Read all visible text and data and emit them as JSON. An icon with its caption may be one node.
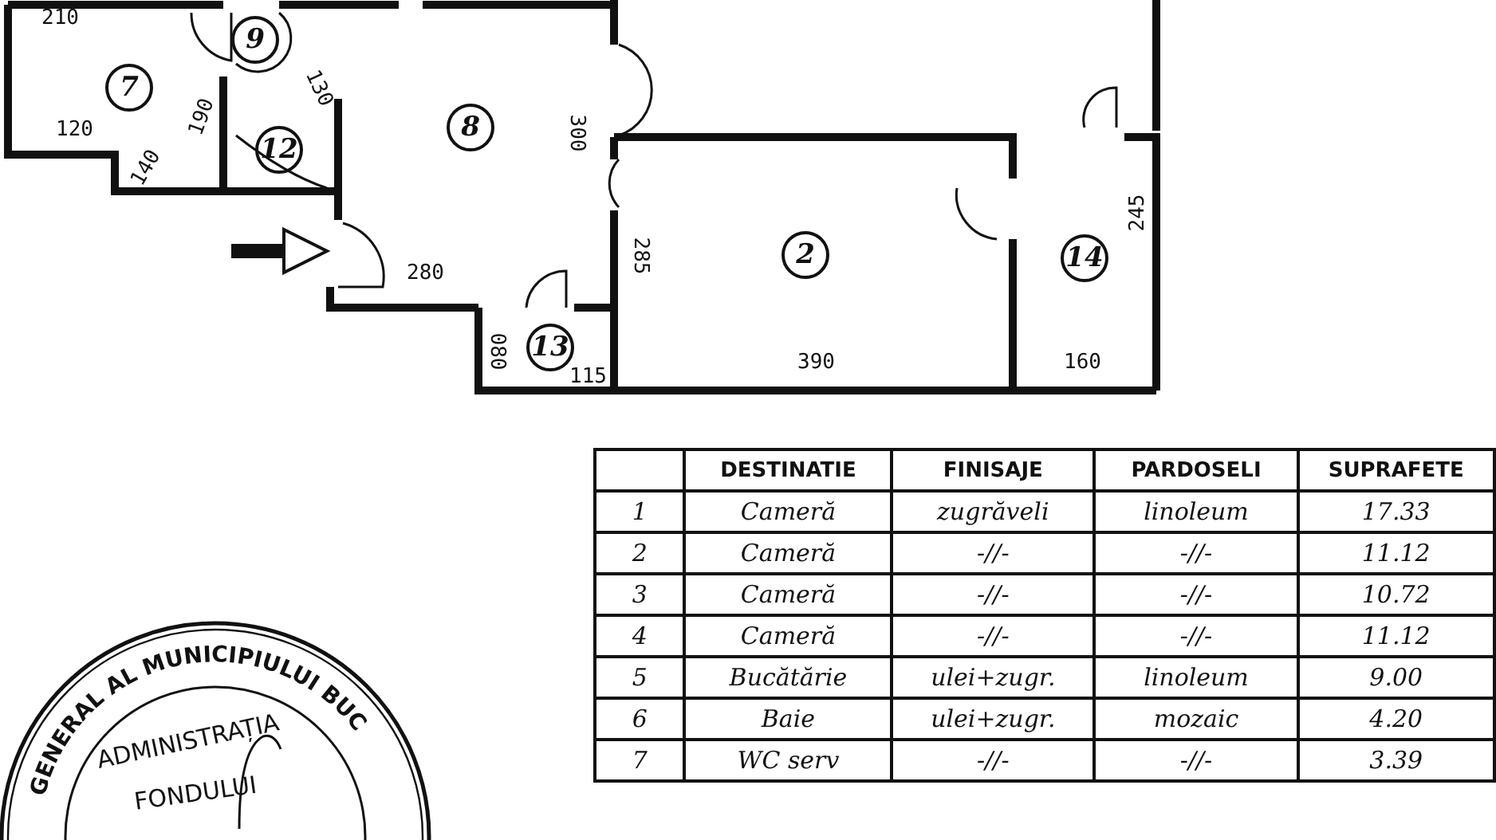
{
  "diagram": {
    "nodes": [
      {
        "text": [
          "7"
        ]
      },
      {
        "text": [
          "9"
        ]
      },
      {
        "text": [
          "12"
        ]
      },
      {
        "text": [
          "8"
        ]
      },
      {
        "text": [
          "2"
        ]
      },
      {
        "text": [
          "14"
        ]
      },
      {
        "text": [
          "13"
        ]
      }
    ],
    "labels": [
      "210",
      "130",
      "190",
      "120",
      "300",
      "140",
      "245",
      "285",
      "280",
      "080",
      "390",
      "160",
      "115",
      "DESTINATIE",
      "FINISAJE",
      "PARDOSELI",
      "SUPRAFETE",
      "1",
      "Cameră",
      "zugrăveli",
      "linoleum",
      "17.33",
      "2",
      "Cameră",
      "-//-",
      "-//-",
      "11.12",
      "3",
      "Cameră",
      "-//-",
      "-//-",
      "10.72",
      "4",
      "Cameră",
      "-//-",
      "-//-",
      "11.12",
      "5",
      "Bucătărie",
      "ulei+zugr.",
      "linoleum",
      "9.00",
      "6",
      "Baie",
      "ulei+zugr.",
      "mozaic",
      "4.20",
      "7",
      "WC serv",
      "-//-",
      "-//-",
      "3.39",
      "GENERAL AL MUNICIPIULUI BUC",
      "ADMINISTRAȚIA",
      "FONDULUI"
    ]
  }
}
